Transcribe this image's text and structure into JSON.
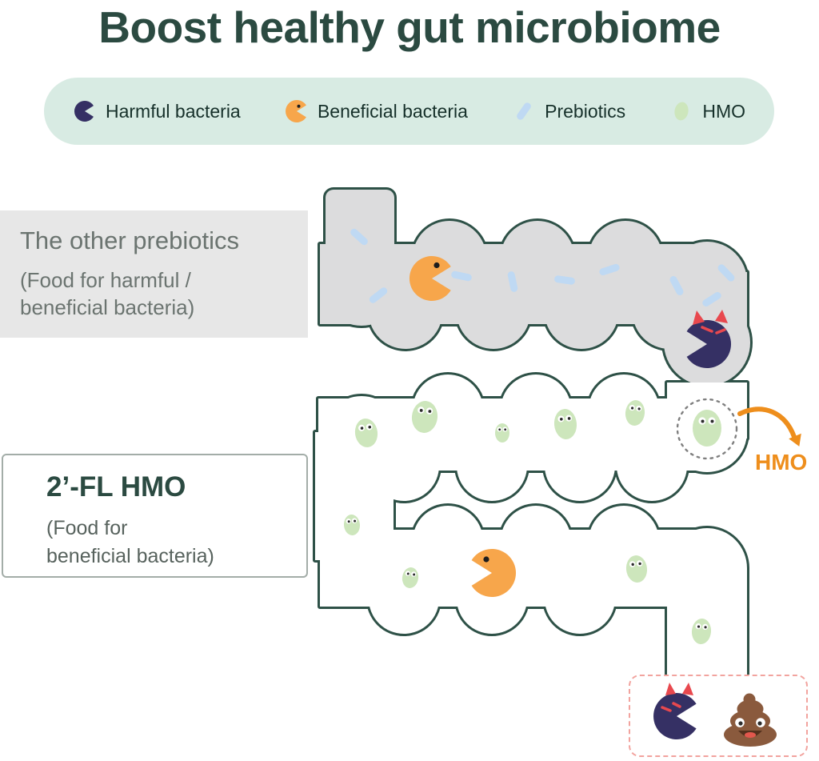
{
  "title": "Boost healthy gut microbiome",
  "legend": {
    "items": [
      {
        "icon": "harmful-bacteria-icon",
        "label": "Harmful bacteria"
      },
      {
        "icon": "beneficial-bacteria-icon",
        "label": "Beneficial bacteria"
      },
      {
        "icon": "prebiotic-icon",
        "label": "Prebiotics"
      },
      {
        "icon": "hmo-icon",
        "label": "HMO"
      }
    ]
  },
  "callouts": {
    "prebiotics": {
      "title": "The other prebiotics",
      "lines": [
        "(Food for harmful /",
        "beneficial bacteria)"
      ]
    },
    "hmo": {
      "title": "2’-FL HMO",
      "lines": [
        "(Food for",
        "beneficial bacteria)"
      ]
    },
    "hmo_arrow_label": "HMO"
  },
  "colors": {
    "title_green": "#2b4a41",
    "outline_green": "#2e5147",
    "legend_bg": "#d8ebe3",
    "legend_text": "#16302a",
    "harmful_navy": "#353064",
    "beneficial_orange": "#f7a64b",
    "prebiotic_blue": "#bfd9f3",
    "hmo_green": "#cde6bc",
    "tube_gray": "#dcdcdd",
    "gray_box_bg": "#e7e7e7",
    "gray_text": "#6b7470",
    "accent_orange": "#ee8e1c",
    "dashed_border": "#f2a39e",
    "horn_red": "#e8484e",
    "poop_brown": "#8a5a3d"
  }
}
